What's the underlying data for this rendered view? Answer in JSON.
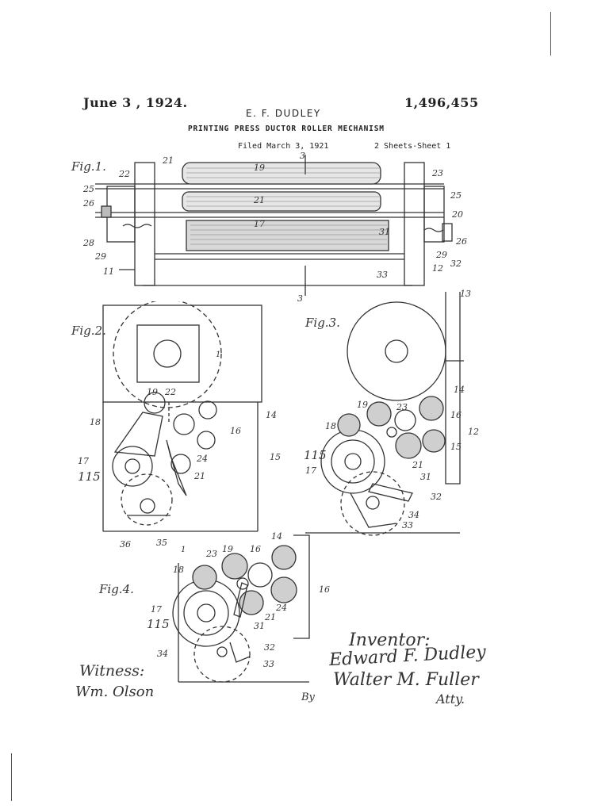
{
  "header": {
    "date": "June 3 , 1924.",
    "inventor": "E. F. DUDLEY",
    "patent_number": "1,496,455",
    "title": "PRINTING PRESS DUCTOR ROLLER MECHANISM",
    "filed": "Filed March 3, 1921",
    "sheets": "2 Sheets-Sheet 1"
  },
  "figures": {
    "fig1": {
      "label": "Fig.1.",
      "numerals": [
        "21",
        "19",
        "3",
        "22",
        "23",
        "25",
        "25",
        "26",
        "21",
        "20",
        "17",
        "31",
        "28",
        "29",
        "26",
        "29",
        "32",
        "12",
        "11",
        "33",
        "3"
      ]
    },
    "fig2": {
      "label": "Fig.2.",
      "numerals": [
        "1",
        "19",
        "22",
        "14",
        "18",
        "16",
        "17",
        "24",
        "15",
        "115",
        "21",
        "36",
        "35",
        "1"
      ]
    },
    "fig3": {
      "label": "Fig.3.",
      "numerals": [
        "13",
        "14",
        "19",
        "23",
        "16",
        "18",
        "12",
        "15",
        "115",
        "17",
        "21",
        "31",
        "32",
        "34",
        "33"
      ]
    },
    "fig4": {
      "label": "Fig.4.",
      "numerals": [
        "14",
        "23",
        "19",
        "16",
        "18",
        "16",
        "17",
        "21",
        "24",
        "115",
        "31",
        "34",
        "32",
        "33"
      ]
    }
  },
  "signatures": {
    "inventor_label": "Inventor:",
    "inventor_name": "Edward F. Dudley",
    "attorney_name": "Walter M. Fuller",
    "attorney_suffix": "Atty.",
    "witness_label": "Witness:",
    "witness_name": "Wm. Olson",
    "by_label": "By"
  }
}
